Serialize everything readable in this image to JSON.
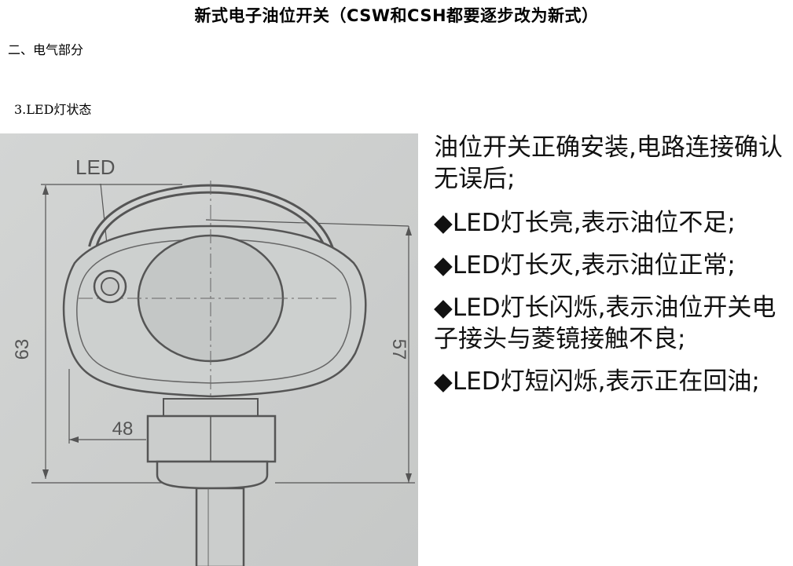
{
  "document": {
    "title": "新式电子油位开关（CSW和CSH都要逐步改为新式）",
    "section": "二、电气部分",
    "subsection": "3.LED灯状态"
  },
  "figure": {
    "led_label": "LED",
    "dim_height_total": "63",
    "dim_height_body": "57",
    "dim_width": "48"
  },
  "description": {
    "intro": "油位开关正确安装,电路连接确认无误后;",
    "items": [
      "◆LED灯长亮,表示油位不足;",
      "◆LED灯长灭,表示油位正常;",
      "◆LED灯长闪烁,表示油位开关电子接头与菱镜接触不良;",
      "◆LED灯短闪烁,表示正在回油;"
    ]
  }
}
